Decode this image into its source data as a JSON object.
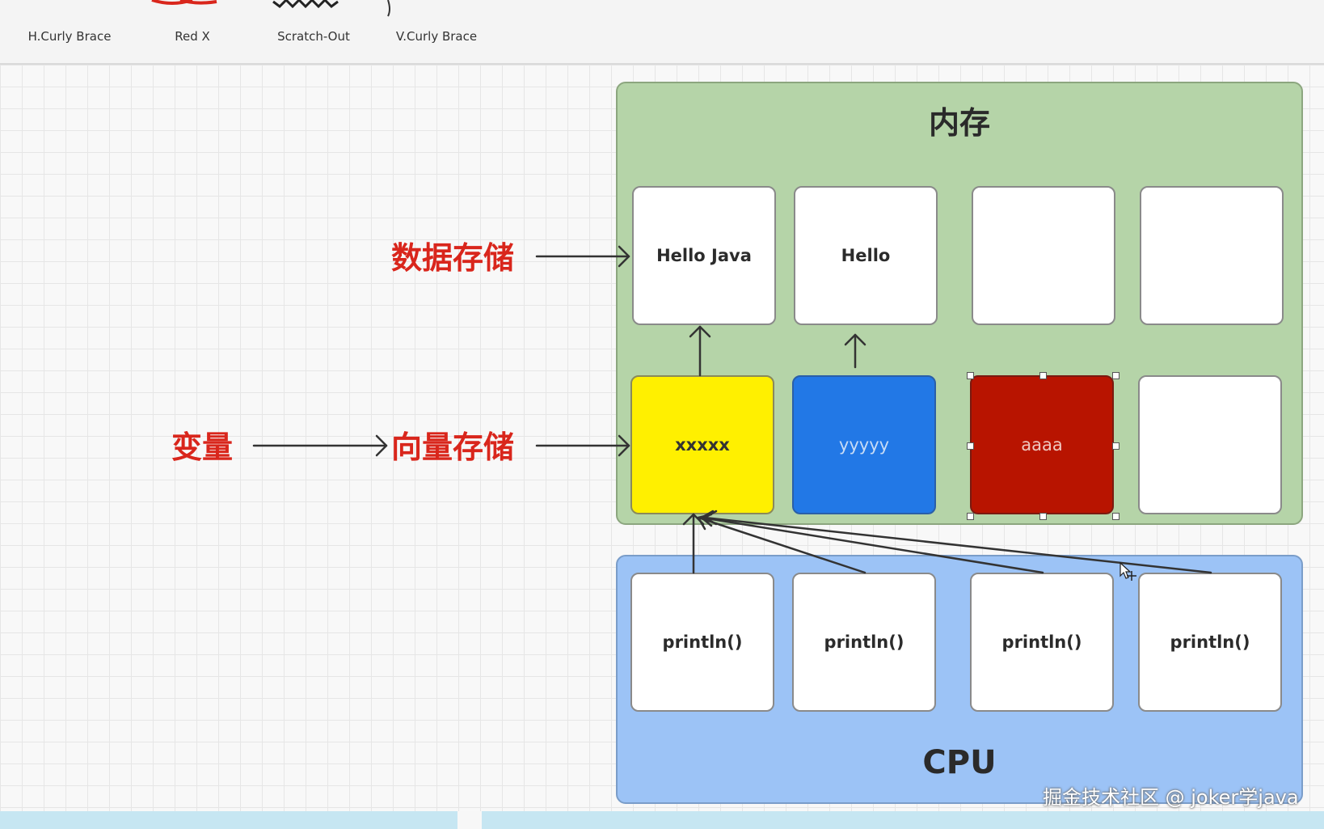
{
  "palette": {
    "items": [
      {
        "label": "H.Curly Brace",
        "icon": "curly-brace-icon"
      },
      {
        "label": "Red X",
        "icon": "red-x-icon"
      },
      {
        "label": "Scratch-Out",
        "icon": "scratch-out-icon"
      },
      {
        "label": "V.Curly Brace",
        "icon": "curly-brace-icon"
      }
    ]
  },
  "diagram": {
    "memory": {
      "title": "内存",
      "row1": [
        "Hello Java",
        "Hello",
        "",
        ""
      ],
      "row2": [
        "xxxxx",
        "yyyyy",
        "aaaa",
        ""
      ]
    },
    "cpu": {
      "title": "CPU",
      "cells": [
        "println()",
        "println()",
        "println()",
        "println()"
      ]
    },
    "labels": {
      "data_storage": "数据存储",
      "variable": "变量",
      "vector_storage": "向量存储"
    },
    "colors": {
      "memory_bg": "#b5d4a8",
      "cpu_bg": "#9cc3f6",
      "yellow": "#fff000",
      "blue": "#2278e6",
      "red": "#b81400",
      "label_red": "#d9261c"
    }
  },
  "watermark": "掘金技术社区 @ joker学java"
}
